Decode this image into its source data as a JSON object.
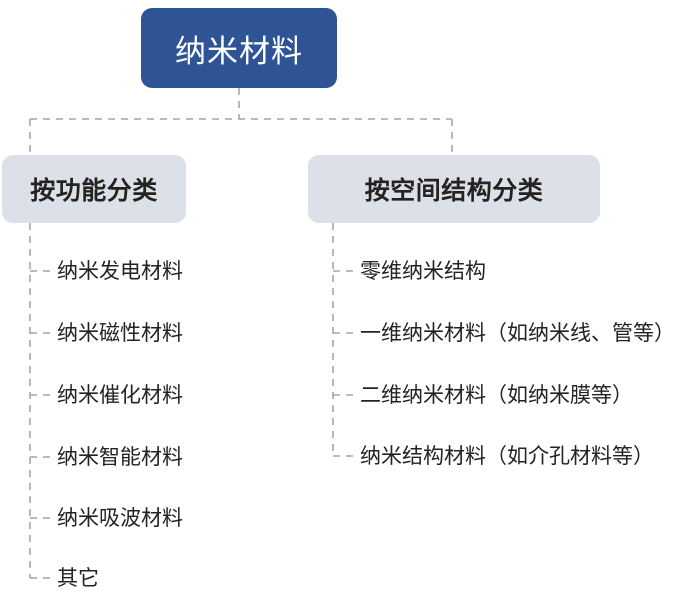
{
  "diagram": {
    "type": "tree",
    "title": "纳米材料",
    "root": {
      "label": "纳米材料",
      "fill": "#2e5496",
      "text_color": "#ffffff"
    },
    "branches": [
      {
        "id": "function",
        "label": "按功能分类",
        "fill": "#dbe0e9",
        "text_color": "#262220",
        "children": [
          {
            "label": "纳米发电材料"
          },
          {
            "label": "纳米磁性材料"
          },
          {
            "label": "纳米催化材料"
          },
          {
            "label": "纳米智能材料"
          },
          {
            "label": "纳米吸波材料"
          },
          {
            "label": "其它"
          }
        ]
      },
      {
        "id": "structure",
        "label": "按空间结构分类",
        "fill": "#dbe0e9",
        "text_color": "#262220",
        "children": [
          {
            "label": "零维纳米结构"
          },
          {
            "label": "一维纳米材料（如纳米线、管等）"
          },
          {
            "label": "二维纳米材料（如纳米膜等）"
          },
          {
            "label": "纳米结构材料（如介孔材料等）"
          }
        ]
      }
    ],
    "connector_color": "#a6a6a6",
    "connector_style": "dashed"
  }
}
